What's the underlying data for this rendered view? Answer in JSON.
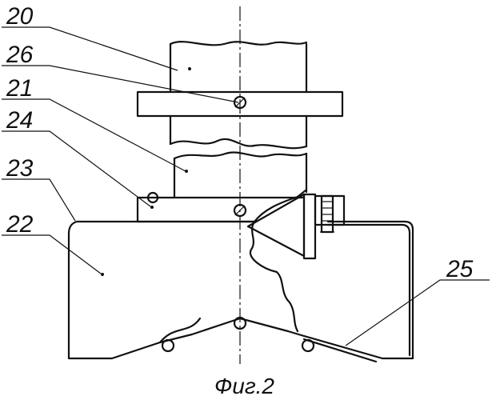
{
  "callouts": [
    {
      "id": "20"
    },
    {
      "id": "26"
    },
    {
      "id": "21"
    },
    {
      "id": "24"
    },
    {
      "id": "23"
    },
    {
      "id": "22"
    },
    {
      "id": "25"
    }
  ],
  "caption": "Фиг.2"
}
